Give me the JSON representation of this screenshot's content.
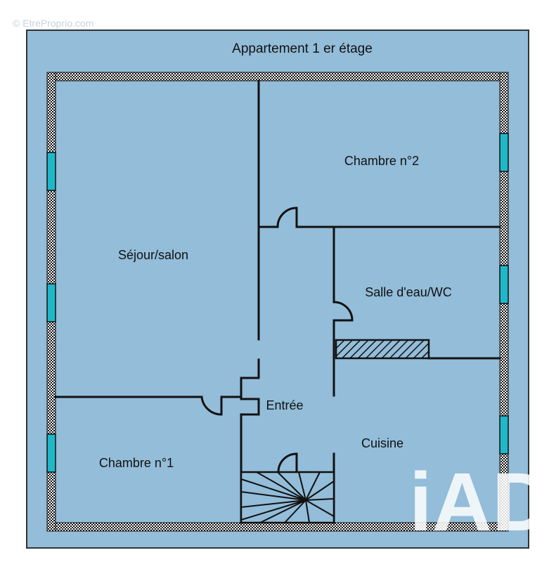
{
  "plan": {
    "title": "Appartement 1 er étage",
    "rooms": {
      "sejour": "Séjour/salon",
      "chambre1": "Chambre n°1",
      "chambre2": "Chambre n°2",
      "salle_eau": "Salle d'eau/WC",
      "entree": "Entrée",
      "cuisine": "Cuisine"
    }
  },
  "watermarks": {
    "source": "© EtreProprio.com",
    "brand": "iAD"
  },
  "colors": {
    "floor": "#93bdd9",
    "page": "#ffffff",
    "border": "#333333",
    "wall": "#111111",
    "window": "#1fb7c9",
    "hatch": "#111111"
  }
}
